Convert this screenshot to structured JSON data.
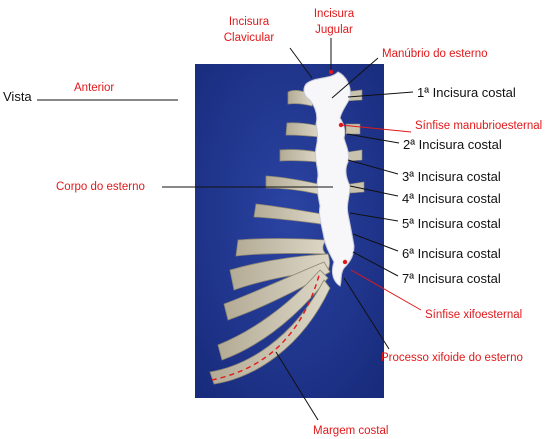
{
  "view": {
    "prefix": "Vista",
    "name": "Anterior"
  },
  "labels": {
    "clavicular_notch_line1": "Incisura",
    "clavicular_notch_line2": "Clavicular",
    "jugular_notch_line1": "Incisura",
    "jugular_notch_line2": "Jugular",
    "manubrium": "Manúbrio do esterno",
    "costal_notch_1": "1ª Incisura costal",
    "manubriosternal_symphysis": "Sínfise manubrioesternal",
    "costal_notch_2": "2ª Incisura costal",
    "costal_notch_3": "3ª Incisura costal",
    "body_of_sternum": "Corpo do esterno",
    "costal_notch_4": "4ª Incisura costal",
    "costal_notch_5": "5ª Incisura costal",
    "costal_notch_6": "6ª Incisura costal",
    "costal_notch_7": "7ª Incisura costal",
    "xiphisternal_symphysis": "Sínfise xifoesternal",
    "xiphoid_process": "Processo xifoide do esterno",
    "costal_margin": "Margem costal"
  },
  "colors": {
    "background_panel": "#1f3590",
    "bone": "#f7f7fa",
    "cartilage": "#cfc8b3",
    "label_red": "#e0191b",
    "label_black": "#111111"
  }
}
